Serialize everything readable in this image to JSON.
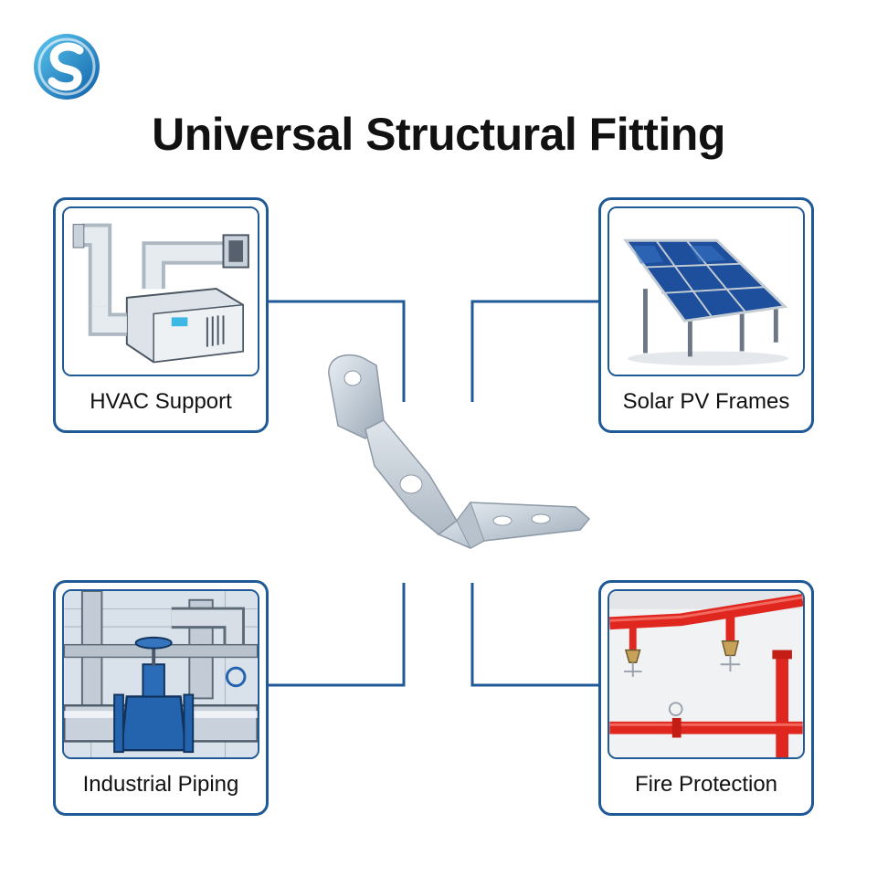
{
  "header": {
    "logo_icon": "brand-s-swirl-logo",
    "title": "Universal Structural Fitting"
  },
  "center": {
    "product_icon": "bent-z-bracket-fitting"
  },
  "applications": [
    {
      "label": "HVAC Support",
      "icon": "hvac-ductwork-unit"
    },
    {
      "label": "Solar PV Frames",
      "icon": "solar-panel-array"
    },
    {
      "label": "Industrial Piping",
      "icon": "industrial-pipes-valve"
    },
    {
      "label": "Fire Protection",
      "icon": "fire-sprinkler-pipes"
    }
  ],
  "colors": {
    "accent": "#1f5a96",
    "fire_red": "#e0271f",
    "valve_blue": "#1f5fa8"
  }
}
